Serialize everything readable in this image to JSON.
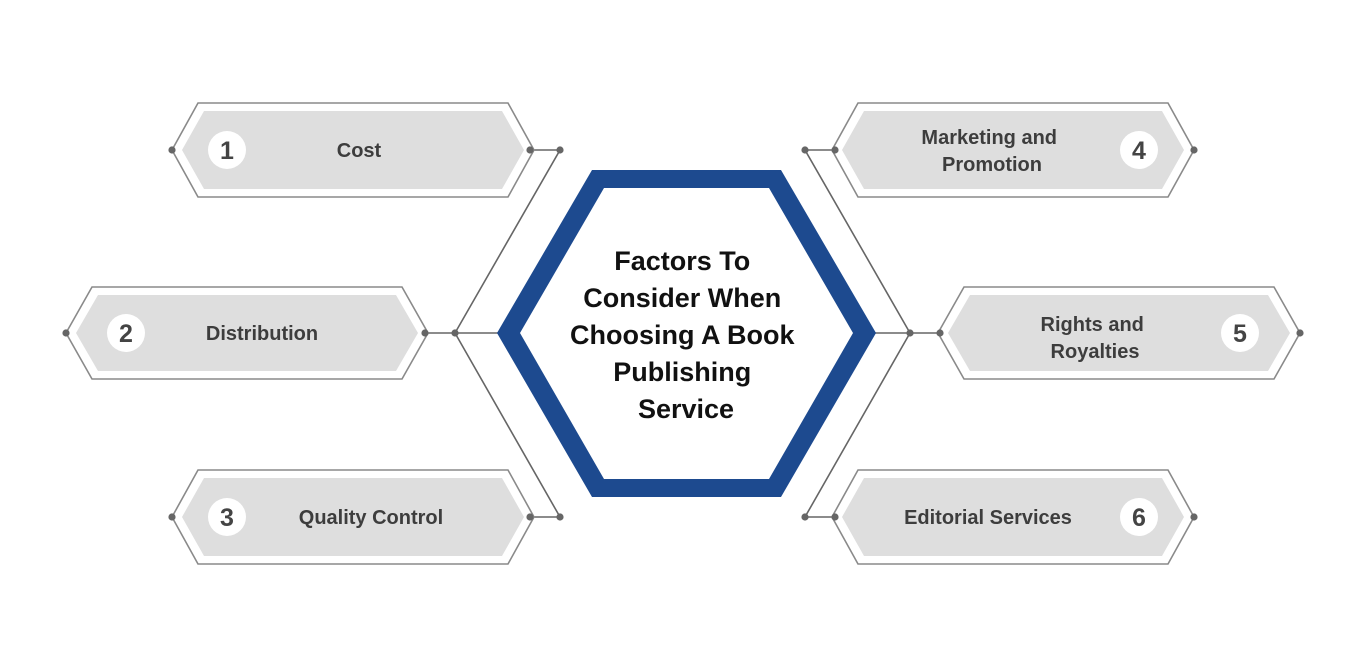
{
  "title_lines": [
    "Factors To",
    "Consider When",
    "Choosing A Book",
    "Publishing",
    "Service"
  ],
  "factors": [
    {
      "number": "1",
      "lines": [
        "Cost"
      ]
    },
    {
      "number": "2",
      "lines": [
        "Distribution"
      ]
    },
    {
      "number": "3",
      "lines": [
        "Quality Control"
      ]
    },
    {
      "number": "4",
      "lines": [
        "Marketing and",
        "Promotion"
      ]
    },
    {
      "number": "5",
      "lines": [
        "Rights and",
        "Royalties"
      ]
    },
    {
      "number": "6",
      "lines": [
        "Editorial Services"
      ]
    }
  ],
  "colors": {
    "hexagon_outer": "#1d4a8f",
    "hexagon_inner": "#ffffff",
    "pill_fill": "#dedede",
    "pill_outline": "#8a8a8a",
    "connector": "#666666",
    "number_circle": "#ffffff"
  }
}
